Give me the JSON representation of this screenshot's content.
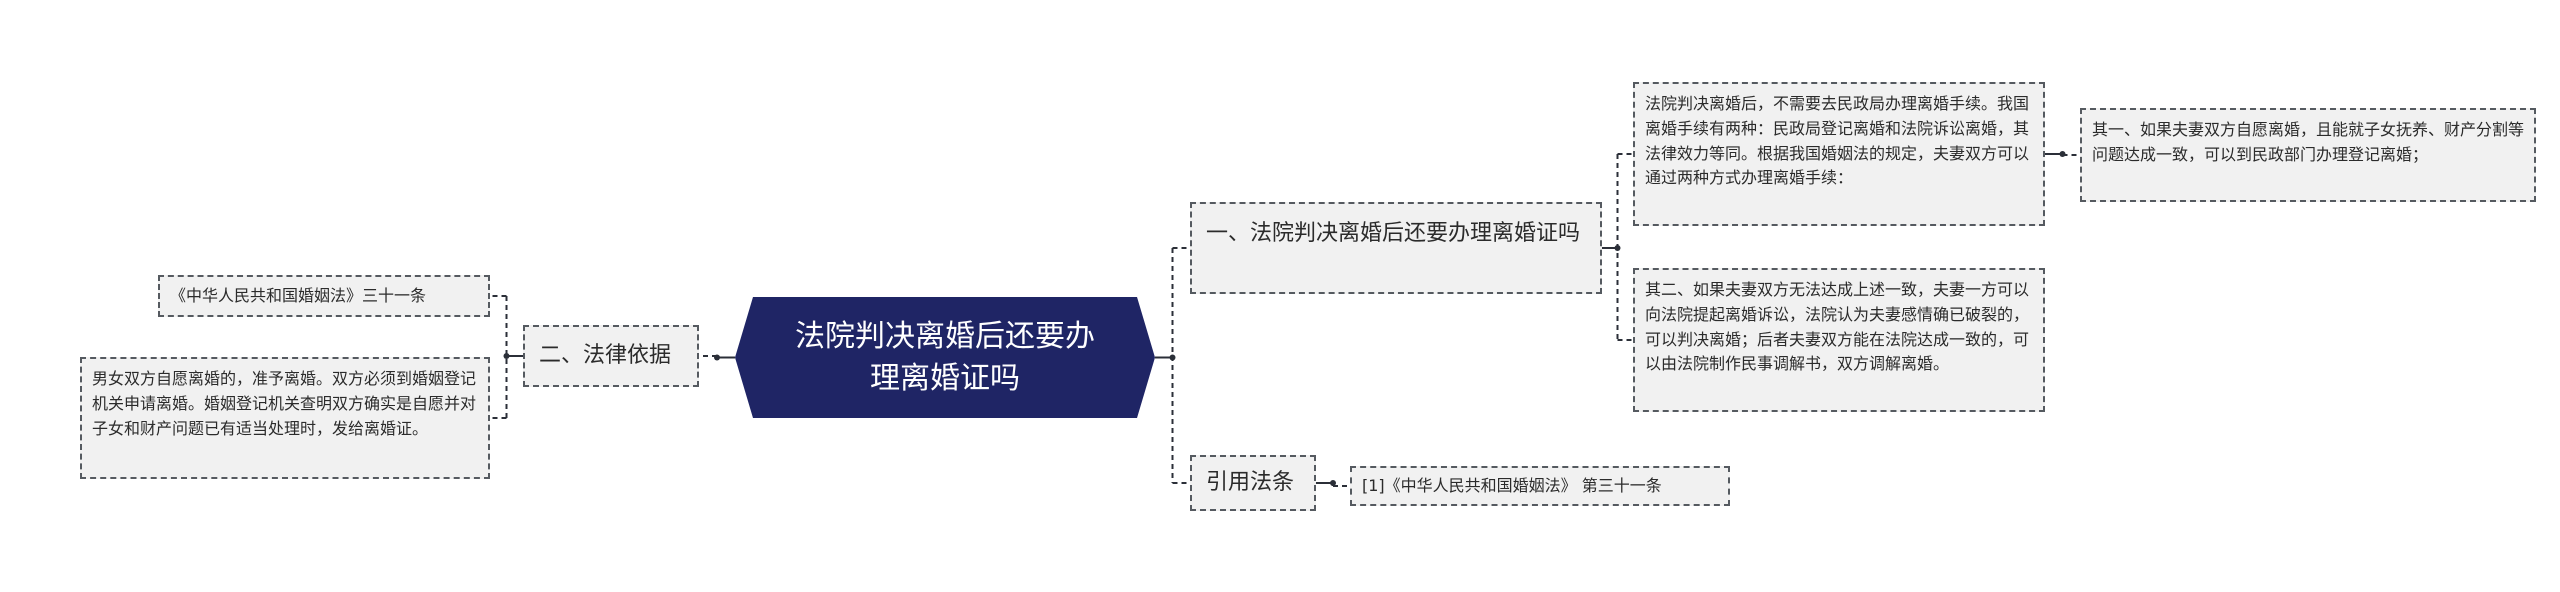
{
  "colors": {
    "root_fill": "#1f2565",
    "edge": "#2b2f38",
    "node_border": "#555a60",
    "node_fill": "#f1f1f1"
  },
  "root": {
    "text": "法院判决离婚后还要办理离婚证吗"
  },
  "right": {
    "q1": {
      "title": "一、法院判决离婚后还要办理离婚证吗",
      "detail1": "法院判决离婚后，不需要去民政局办理离婚手续。我国离婚手续有两种：民政局登记离婚和法院诉讼离婚，其法律效力等同。根据我国婚姻法的规定，夫妻双方可以通过两种方式办理离婚手续：",
      "detail1_child": "其一、如果夫妻双方自愿离婚，且能就子女抚养、财产分割等问题达成一致，可以到民政部门办理登记离婚；",
      "detail2": "其二、如果夫妻双方无法达成上述一致，夫妻一方可以向法院提起离婚诉讼，法院认为夫妻感情确已破裂的，可以判决离婚；后者夫妻双方能在法院达成一致的，可以由法院制作民事调解书，双方调解离婚。"
    },
    "cite": {
      "title": "引用法条",
      "item": "[1]《中华人民共和国婚姻法》 第三十一条"
    }
  },
  "left": {
    "basis": {
      "title": "二、法律依据",
      "law": "《中华人民共和国婚姻法》三十一条",
      "text": "男女双方自愿离婚的，准予离婚。双方必须到婚姻登记机关申请离婚。婚姻登记机关查明双方确实是自愿并对子女和财产问题已有适当处理时，发给离婚证。"
    }
  }
}
